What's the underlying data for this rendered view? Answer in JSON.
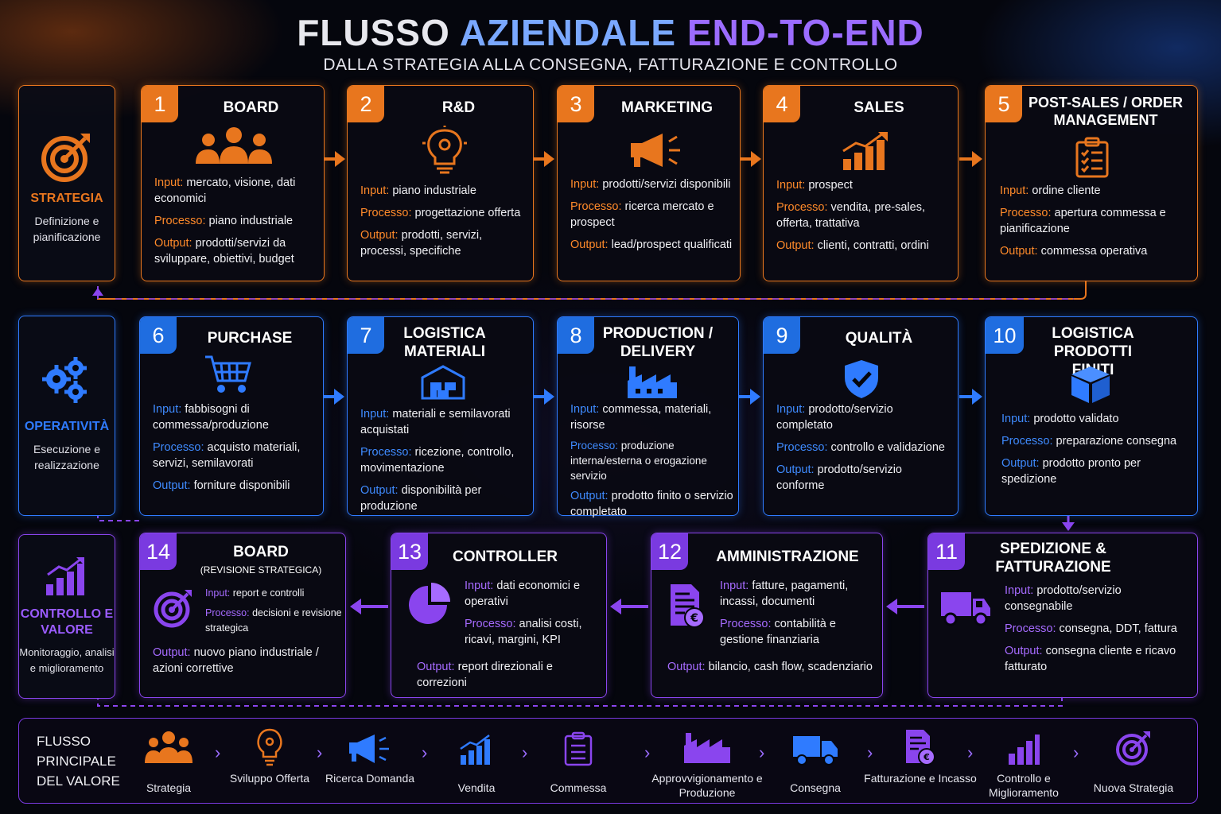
{
  "header": {
    "title_part1": "FLUSSO ",
    "title_part2": "AZIENDALE ",
    "title_part3": "END-TO-END",
    "subtitle": "DALLA STRATEGIA ALLA CONSEGNA, FATTURAZIONE E CONTROLLO"
  },
  "sides": [
    {
      "label": "STRATEGIA",
      "desc": "Definizione e pianificazione",
      "color": "#e8761e"
    },
    {
      "label": "OPERATIVITÀ",
      "desc": "Esecuzione e realizzazione",
      "color": "#2f7bff"
    },
    {
      "label": "CONTROLLO E VALORE",
      "desc": "Monitoraggio, analisi e miglioramento",
      "color": "#8a45ee"
    }
  ],
  "labels": {
    "input": "Input:",
    "process": "Processo:",
    "output": "Output:"
  },
  "cards": [
    {
      "num": "1",
      "title": "BOARD",
      "input": "mercato, visione, dati economici",
      "process": "piano industriale",
      "output": "prodotti/servizi da sviluppare, obiettivi, budget"
    },
    {
      "num": "2",
      "title": "R&D",
      "input": "piano industriale",
      "process": "progettazione offerta",
      "output": "prodotti, servizi, processi, specifiche"
    },
    {
      "num": "3",
      "title": "MARKETING",
      "input": "prodotti/servizi disponibili",
      "process": "ricerca mercato e prospect",
      "output": "lead/prospect qualificati"
    },
    {
      "num": "4",
      "title": "SALES",
      "input": "prospect",
      "process": "vendita, pre-sales, offerta, trattativa",
      "output": "clienti, contratti, ordini"
    },
    {
      "num": "5",
      "title": "POST-SALES / ORDER MANAGEMENT",
      "input": "ordine cliente",
      "process": "apertura commessa e pianificazione",
      "output": "commessa operativa"
    },
    {
      "num": "6",
      "title": "PURCHASE",
      "input": "fabbisogni di commessa/produzione",
      "process": "acquisto materiali, servizi, semilavorati",
      "output": "forniture disponibili"
    },
    {
      "num": "7",
      "title": "LOGISTICA MATERIALI",
      "input": "materiali e semilavorati acquistati",
      "process": "ricezione, controllo, movimentazione",
      "output": "disponibilità per produzione"
    },
    {
      "num": "8",
      "title": "PRODUCTION / DELIVERY",
      "input": "commessa, materiali, risorse",
      "process": "produzione interna/esterna o erogazione servizio",
      "output": "prodotto finito o servizio completato"
    },
    {
      "num": "9",
      "title": "QUALITÀ",
      "input": "prodotto/servizio completato",
      "process": "controllo e validazione",
      "output": "prodotto/servizio conforme"
    },
    {
      "num": "10",
      "title": "LOGISTICA PRODOTTI FINITI",
      "input": "prodotto validato",
      "process": "preparazione consegna",
      "output": "prodotto pronto per spedizione"
    },
    {
      "num": "11",
      "title": "SPEDIZIONE & FATTURAZIONE",
      "input": "prodotto/servizio consegnabile",
      "process": "consegna, DDT, fattura",
      "output": "consegna cliente e ricavo fatturato"
    },
    {
      "num": "12",
      "title": "AMMINISTRAZIONE",
      "input": "fatture, pagamenti, incassi, documenti",
      "process": "contabilità e gestione finanziaria",
      "output": "bilancio, cash flow, scadenziario"
    },
    {
      "num": "13",
      "title": "CONTROLLER",
      "input": "dati economici e operativi",
      "process": "analisi costi, ricavi, margini, KPI",
      "output": "report direzionali e correzioni"
    },
    {
      "num": "14",
      "title": "BOARD",
      "subtitle": "(REVISIONE STRATEGICA)",
      "input": "report e controlli",
      "process": "decisioni e revisione strategica",
      "output": "nuovo piano industriale / azioni correttive"
    }
  ],
  "flow": {
    "title": "FLUSSO PRINCIPALE DEL VALORE",
    "steps": [
      "Strategia",
      "Sviluppo Offerta",
      "Ricerca Domanda",
      "Vendita",
      "Commessa",
      "Approvvigionamento e Produzione",
      "Consegna",
      "Fatturazione e Incasso",
      "Controllo e Miglioramento",
      "Nuova Strategia"
    ]
  },
  "colors": {
    "orange": "#e8761e",
    "blue": "#2f7bff",
    "purple": "#8a45ee"
  }
}
